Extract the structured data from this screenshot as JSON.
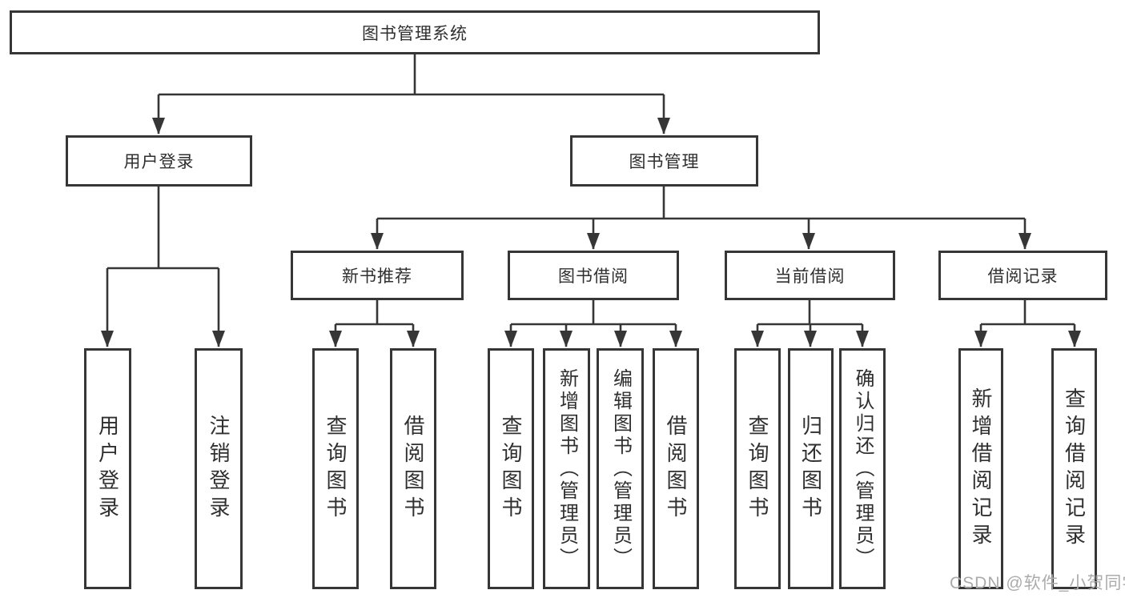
{
  "diagram": {
    "type": "hierarchy-tree",
    "title": "图书管理系统",
    "colors": {
      "line": "#363636",
      "box_border": "#363636",
      "text": "#2f2f2f",
      "background": "#ffffff",
      "watermark": "#ababab"
    },
    "nodes": {
      "root": {
        "label": "图书管理系统",
        "level": 1
      },
      "user_login": {
        "label": "用户登录",
        "level": 2
      },
      "book_mgmt": {
        "label": "图书管理",
        "level": 2
      },
      "new_rec": {
        "label": "新书推荐",
        "level": 3
      },
      "book_borrow": {
        "label": "图书借阅",
        "level": 3
      },
      "cur_borrow": {
        "label": "当前借阅",
        "level": 3
      },
      "records": {
        "label": "借阅记录",
        "level": 3
      },
      "ul_login": {
        "label": "用户登录",
        "level": 4
      },
      "ul_logout": {
        "label": "注销登录",
        "level": 4
      },
      "nb_query": {
        "label": "查询图书",
        "level": 4
      },
      "nb_borrow": {
        "label": "借阅图书",
        "level": 4
      },
      "bb_query": {
        "label": "查询图书",
        "level": 4
      },
      "bb_add": {
        "label": "新增图书（管理员）",
        "level": 4
      },
      "bb_edit": {
        "label": "编辑图书（管理员）",
        "level": 4
      },
      "bb_borrow": {
        "label": "借阅图书",
        "level": 4
      },
      "cb_query": {
        "label": "查询图书",
        "level": 4
      },
      "cb_return": {
        "label": "归还图书",
        "level": 4
      },
      "cb_confirm": {
        "label": "确认归还（管理员）",
        "level": 4
      },
      "br_add": {
        "label": "新增借阅记录",
        "level": 4
      },
      "br_query": {
        "label": "查询借阅记录",
        "level": 4
      }
    },
    "edges": [
      [
        "root",
        "user_login"
      ],
      [
        "root",
        "book_mgmt"
      ],
      [
        "user_login",
        "ul_login"
      ],
      [
        "user_login",
        "ul_logout"
      ],
      [
        "book_mgmt",
        "new_rec"
      ],
      [
        "book_mgmt",
        "book_borrow"
      ],
      [
        "book_mgmt",
        "cur_borrow"
      ],
      [
        "book_mgmt",
        "records"
      ],
      [
        "new_rec",
        "nb_query"
      ],
      [
        "new_rec",
        "nb_borrow"
      ],
      [
        "book_borrow",
        "bb_query"
      ],
      [
        "book_borrow",
        "bb_add"
      ],
      [
        "book_borrow",
        "bb_edit"
      ],
      [
        "book_borrow",
        "bb_borrow"
      ],
      [
        "cur_borrow",
        "cb_query"
      ],
      [
        "cur_borrow",
        "cb_return"
      ],
      [
        "cur_borrow",
        "cb_confirm"
      ],
      [
        "records",
        "br_add"
      ],
      [
        "records",
        "br_query"
      ]
    ],
    "watermark": "CSDN @软件_小贺同学"
  }
}
